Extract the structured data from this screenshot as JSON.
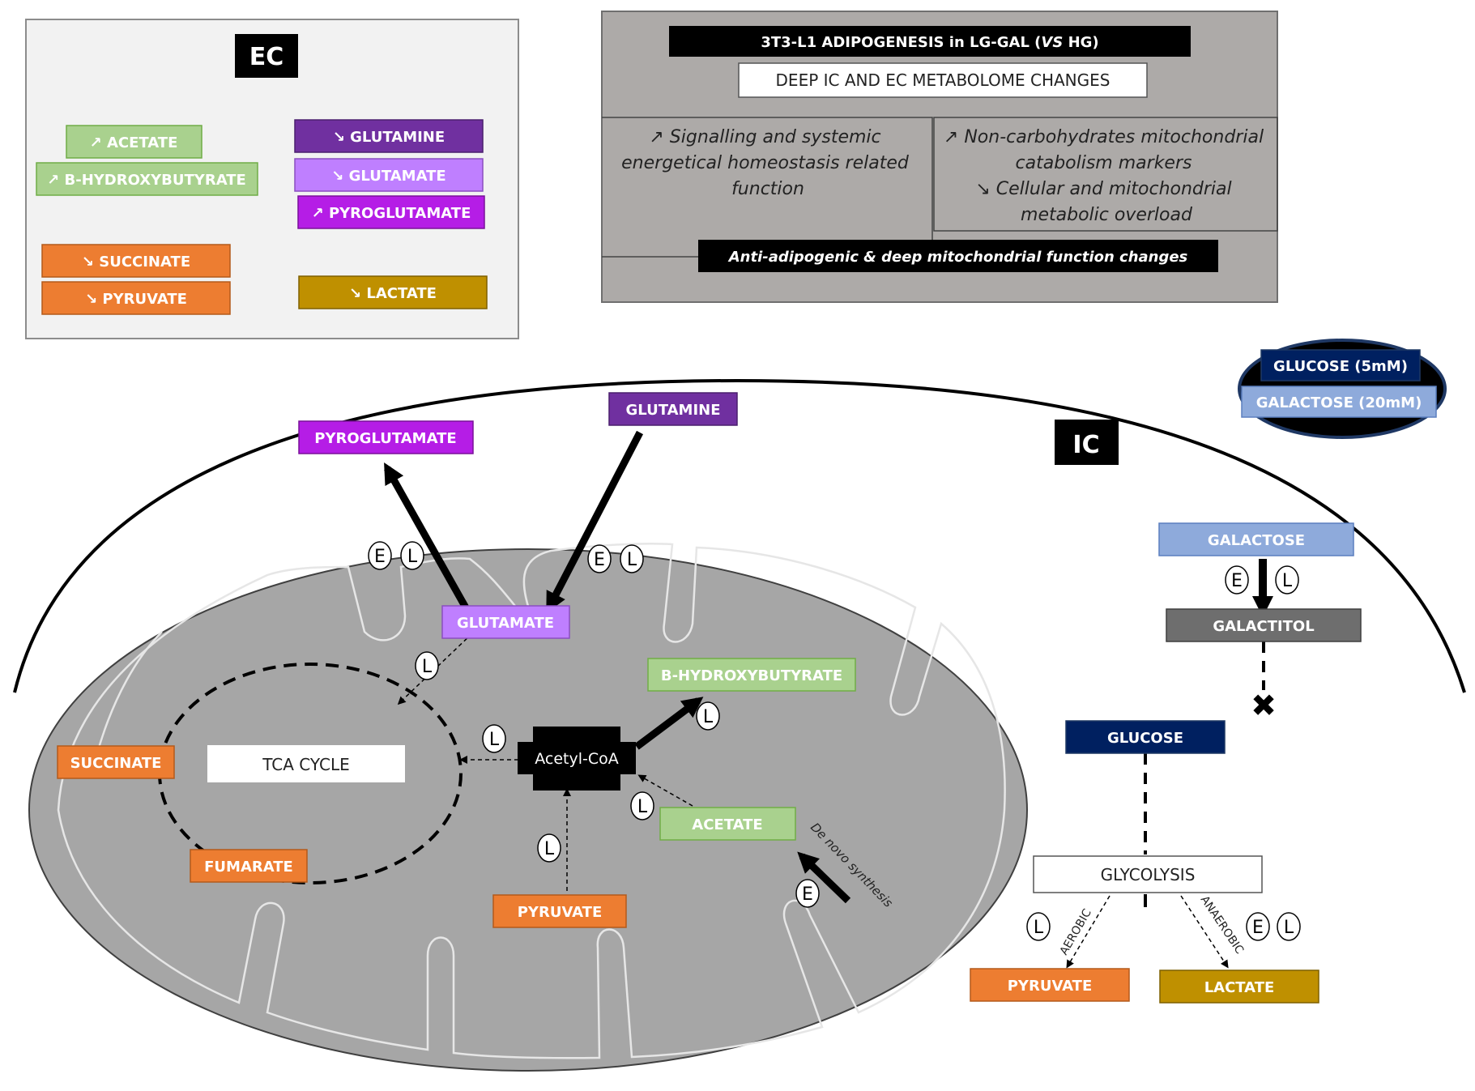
{
  "ec_panel": {
    "title": "EC",
    "items": [
      {
        "key": "acetate",
        "label": "↗ ACETATE",
        "color": "#a9d18e"
      },
      {
        "key": "bhb",
        "label": "↗ B-HYDROXYBUTYRATE",
        "color": "#a9d18e"
      },
      {
        "key": "glutamine",
        "label": "↘ GLUTAMINE",
        "color": "#7030a0"
      },
      {
        "key": "glutamate",
        "label": "↘ GLUTAMATE",
        "color": "#bf7fff"
      },
      {
        "key": "pyroglutamate",
        "label": "↗ PYROGLUTAMATE",
        "color": "#b51de6"
      },
      {
        "key": "succinate",
        "label": "↘ SUCCINATE",
        "color": "#ed7d31"
      },
      {
        "key": "pyruvate",
        "label": "↘ PYRUVATE",
        "color": "#ed7d31"
      },
      {
        "key": "lactate",
        "label": "↘ LACTATE",
        "color": "#bf9000"
      }
    ]
  },
  "summary_panel": {
    "title_prefix": "3T3-L1 ADIPOGENESIS in LG-GAL (",
    "title_italic": "VS",
    "title_suffix": " HG)",
    "subtitle": "DEEP IC AND EC METABOLOME CHANGES",
    "left_box": [
      "↗ Signalling and systemic",
      "energetical homeostasis related",
      "function"
    ],
    "right_box": [
      "↗ Non-carbohydrates mitochondrial",
      "catabolism markers",
      "↘ Cellular and mitochondrial",
      "metabolic overload"
    ],
    "conclusion": "Anti-adipogenic & deep mitochondrial function changes"
  },
  "media": {
    "glucose": "GLUCOSE (5mM)",
    "galactose": "GALACTOSE (20mM)"
  },
  "ic_label": "IC",
  "cell": {
    "pyroglutamate": "PYROGLUTAMATE",
    "glutamine": "GLUTAMINE",
    "glutamate": "GLUTAMATE",
    "bhb": "B-HYDROXYBUTYRATE",
    "acetyl_coa": "Acetyl-CoA",
    "acetate": "ACETATE",
    "pyruvate_mito": "PYRUVATE",
    "succinate": "SUCCINATE",
    "fumarate": "FUMARATE",
    "tca": "TCA CYCLE",
    "de_novo": "De novo synthesis",
    "galactose": "GALACTOSE",
    "galactitol": "GALACTITOL",
    "glucose": "GLUCOSE",
    "glycolysis": "GLYCOLYSIS",
    "aerobic": "AEROBIC",
    "anaerobic": "ANAEROBIC",
    "pyruvate_cyto": "PYRUVATE",
    "lactate": "LACTATE",
    "marker_e": "E",
    "marker_l": "L",
    "block_mark": "✖"
  },
  "colors": {
    "green": "#a9d18e",
    "orange": "#ed7d31",
    "gold": "#bf9000",
    "purple": "#7030a0",
    "lilac": "#bf7fff",
    "magenta": "#b51de6",
    "navy": "#002060",
    "lightblue": "#8eaadb",
    "darkgray": "#6e6e6e",
    "mito": "#a6a6a6",
    "panel_gray": "#adaaa8"
  }
}
